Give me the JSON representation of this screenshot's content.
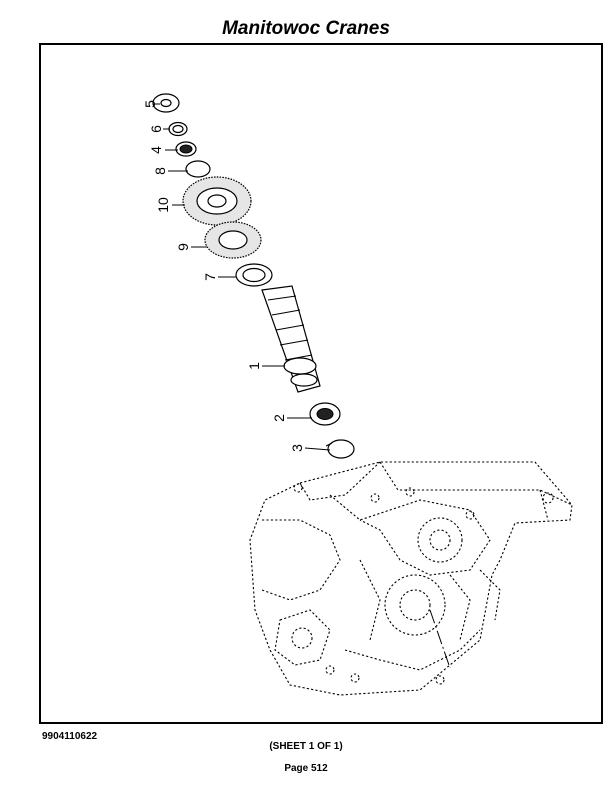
{
  "header": {
    "title": "Manitowoc Cranes"
  },
  "callouts": [
    {
      "id": "5",
      "label": "5"
    },
    {
      "id": "6",
      "label": "6"
    },
    {
      "id": "4",
      "label": "4"
    },
    {
      "id": "8",
      "label": "8"
    },
    {
      "id": "10",
      "label": "10"
    },
    {
      "id": "9",
      "label": "9"
    },
    {
      "id": "7",
      "label": "7"
    },
    {
      "id": "1",
      "label": "1"
    },
    {
      "id": "2",
      "label": "2"
    },
    {
      "id": "3",
      "label": "3"
    }
  ],
  "footer": {
    "document_number": "9904110622",
    "sheet": "(SHEET 1 OF 1)",
    "page": "Page 512"
  }
}
